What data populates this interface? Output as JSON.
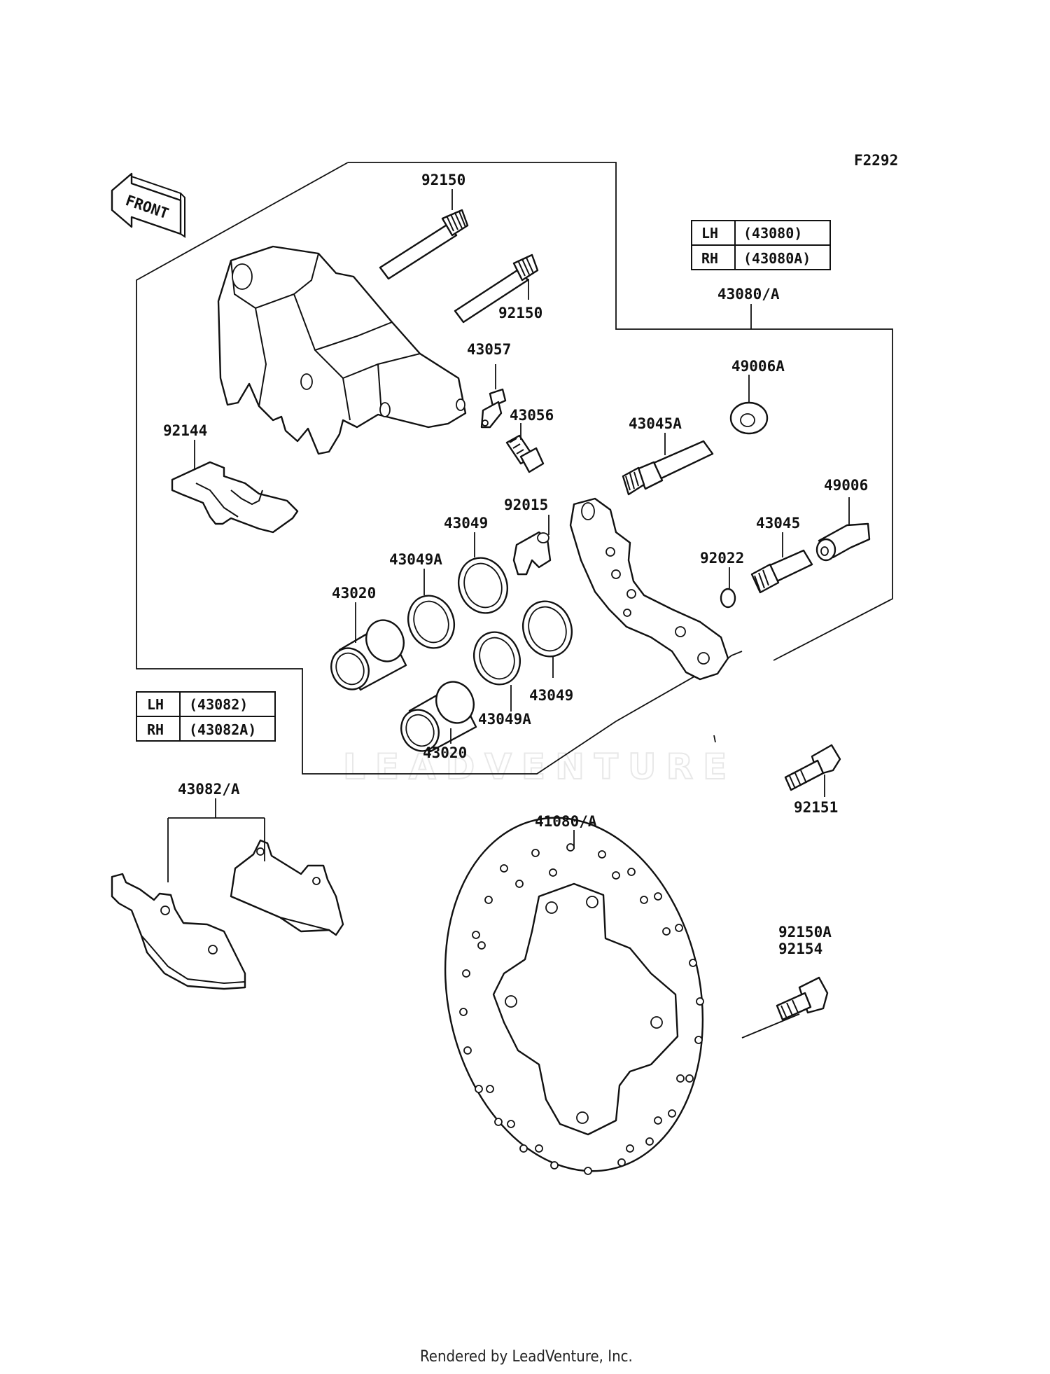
{
  "figure_code": "F2292",
  "front_arrow_label": "FRONT",
  "watermark": "LEADVENTURE",
  "footer": "Rendered by LeadVenture, Inc.",
  "tables": {
    "caliper": {
      "rows": [
        {
          "side": "LH",
          "part": "(43080)"
        },
        {
          "side": "RH",
          "part": "(43080A)"
        }
      ]
    },
    "pads": {
      "rows": [
        {
          "side": "LH",
          "part": "(43082)"
        },
        {
          "side": "RH",
          "part": "(43082A)"
        }
      ]
    }
  },
  "labels": {
    "p92150_top": "92150",
    "p92150_mid": "92150",
    "p43080A": "43080/A",
    "p43057": "43057",
    "p43056": "43056",
    "p49006A": "49006A",
    "p43045A": "43045A",
    "p92144": "92144",
    "p92015": "92015",
    "p49006": "49006",
    "p43049_top": "43049",
    "p43045": "43045",
    "p43049A_top": "43049A",
    "p92022": "92022",
    "p43020_top": "43020",
    "p43049_bot": "43049",
    "p43049A_bot": "43049A",
    "p43020_bot": "43020",
    "p92151": "92151",
    "p43082A": "43082/A",
    "p41080A": "41080/A",
    "p92150A": "92150A",
    "p92154": "92154"
  }
}
